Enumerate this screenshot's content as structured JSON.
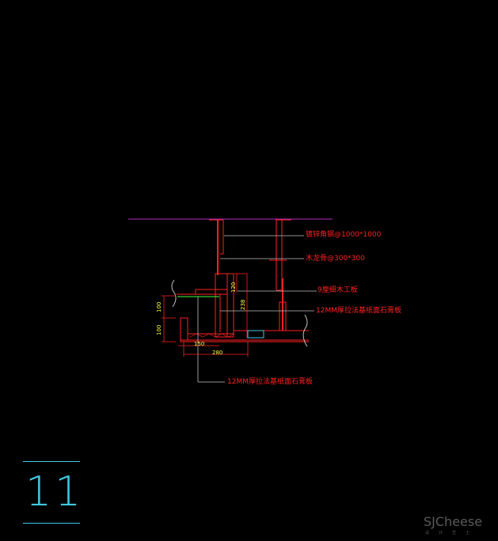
{
  "annotations": {
    "angle_steel": "镀锌角钢@1000*1000",
    "wood_keel": "木龙骨@300*300",
    "wood_board": "9厘细木工板",
    "gypsum_right": "12MM厚拉法基纸面石膏板",
    "gypsum_bottom": "12MM厚拉法基纸面石膏板"
  },
  "dimensions": {
    "d120": "120",
    "d238": "238",
    "d100a": "100",
    "d100b": "100",
    "d150": "150",
    "d280": "280"
  },
  "sheet_number": "11",
  "watermark": {
    "brand": "SJCheese",
    "sub": "设计芝士"
  },
  "colors": {
    "background": "#000000",
    "section": "#ff2020",
    "leader": "#c0c0c0",
    "dimension_text": "#ffff40",
    "slab": "#b030c0",
    "frame": "#3fc8e0"
  }
}
